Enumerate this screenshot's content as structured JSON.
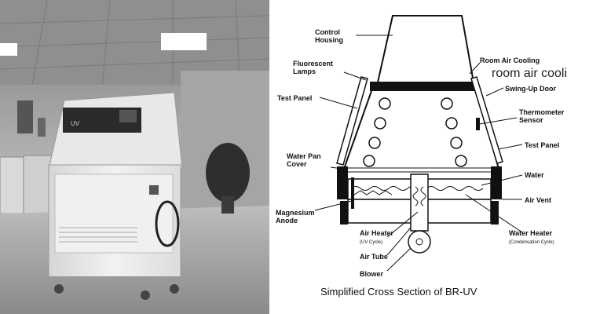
{
  "photo": {
    "panel_text": "UV"
  },
  "diagram": {
    "labels": {
      "control_housing": "Control\nHousing",
      "fluorescent_lamps": "Fluorescent\nLamps",
      "test_panel_left": "Test Panel",
      "water_pan_cover": "Water Pan\nCover",
      "magnesium_anode": "Magnesium\nAnode",
      "air_heater": "Air Heater",
      "air_heater_note": "(UV Cycle)",
      "air_tube": "Air Tube",
      "blower": "Blower",
      "room_air_cooling": "Room Air Cooling",
      "overlay_text": "room air cooli",
      "swing_up_door": "Swing-Up Door",
      "thermometer_sensor": "Thermometer\nSensor",
      "test_panel_right": "Test Panel",
      "water": "Water",
      "air_vent": "Air Vent",
      "water_heater": "Water Heater",
      "water_heater_note": "(Condensation Cycle)"
    },
    "caption": "Simplified Cross Section of  BR-UV"
  }
}
